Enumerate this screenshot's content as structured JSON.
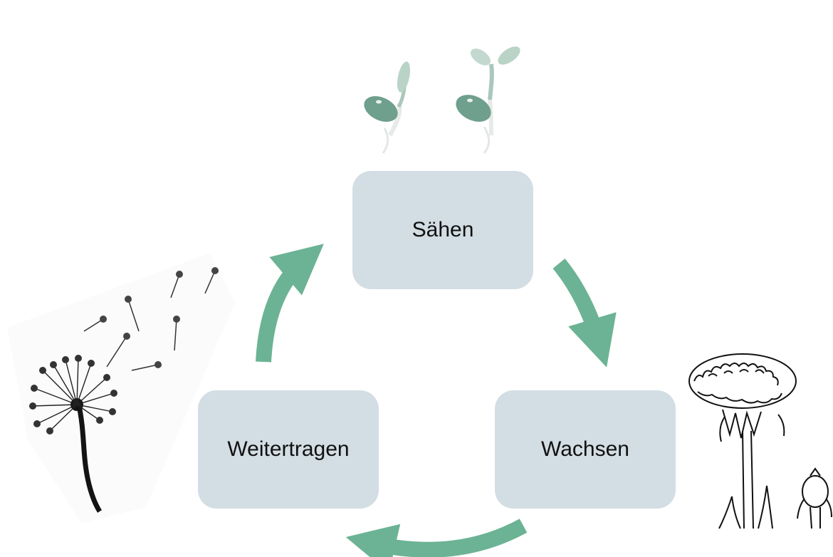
{
  "diagram": {
    "type": "cycle",
    "accent_color": "#6bb394",
    "box_color": "#d3dee4",
    "steps": [
      {
        "label": "Sähen",
        "icon": "seedling-icon"
      },
      {
        "label": "Wachsen",
        "icon": "dandelion-flower-icon"
      },
      {
        "label": "Weitertragen",
        "icon": "dandelion-seeds-icon"
      }
    ]
  }
}
